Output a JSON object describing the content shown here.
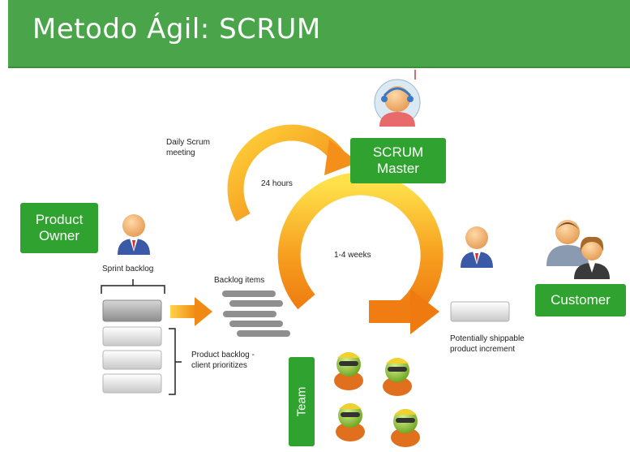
{
  "header": {
    "title": "Metodo Ágil: SCRUM"
  },
  "roles": {
    "product_owner": "Product\nOwner",
    "scrum_master": "SCRUM\nMaster",
    "customer": "Customer",
    "team": "Team"
  },
  "labels": {
    "daily_scrum": "Daily Scrum\nmeeting",
    "hours": "24 hours",
    "weeks": "1-4 weeks",
    "sprint_backlog": "Sprint backlog",
    "backlog_items": "Backlog items",
    "product_backlog": "Product backlog -\nclient prioritizes",
    "increment": "Potentially shippable\nproduct increment"
  },
  "icons": [
    "person-icon",
    "scrum-master-icon",
    "customer-icon",
    "team-member-icon"
  ],
  "colors": {
    "header": "#4aa44a",
    "role_box": "#2fa22f",
    "cycle_dark": "#f08a12",
    "cycle_light": "#ffe14a"
  }
}
